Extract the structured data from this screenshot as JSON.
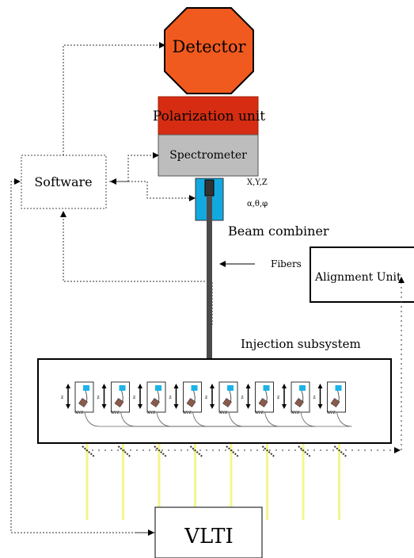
{
  "labels": {
    "detector": "Detector",
    "polarization_unit": "Polarization unit",
    "spectrometer": "Spectrometer",
    "software": "Software",
    "xyz": "X,Y,Z",
    "angles": "α,θ,φ",
    "beam_combiner": "Beam combiner",
    "fibers": "Fibers",
    "alignment_unit": "Alignment Unit",
    "injection_subsystem": "Injection subsystem",
    "vlti": "VLTI",
    "stage_z": "z",
    "stage_xyz": "XYZ"
  },
  "injection_units": 8,
  "colors": {
    "detector_fill": "#f15a1f",
    "polarization_fill": "#d62d12",
    "spectrometer_fill": "#bdbdbd",
    "beam_combiner_fill": "#12a9e0",
    "fiber_bundle": "#4a4a4a",
    "beam": "#f4f58c",
    "mirror_blue": "#1cb4e8",
    "stage_brown": "#8a5a4a"
  }
}
